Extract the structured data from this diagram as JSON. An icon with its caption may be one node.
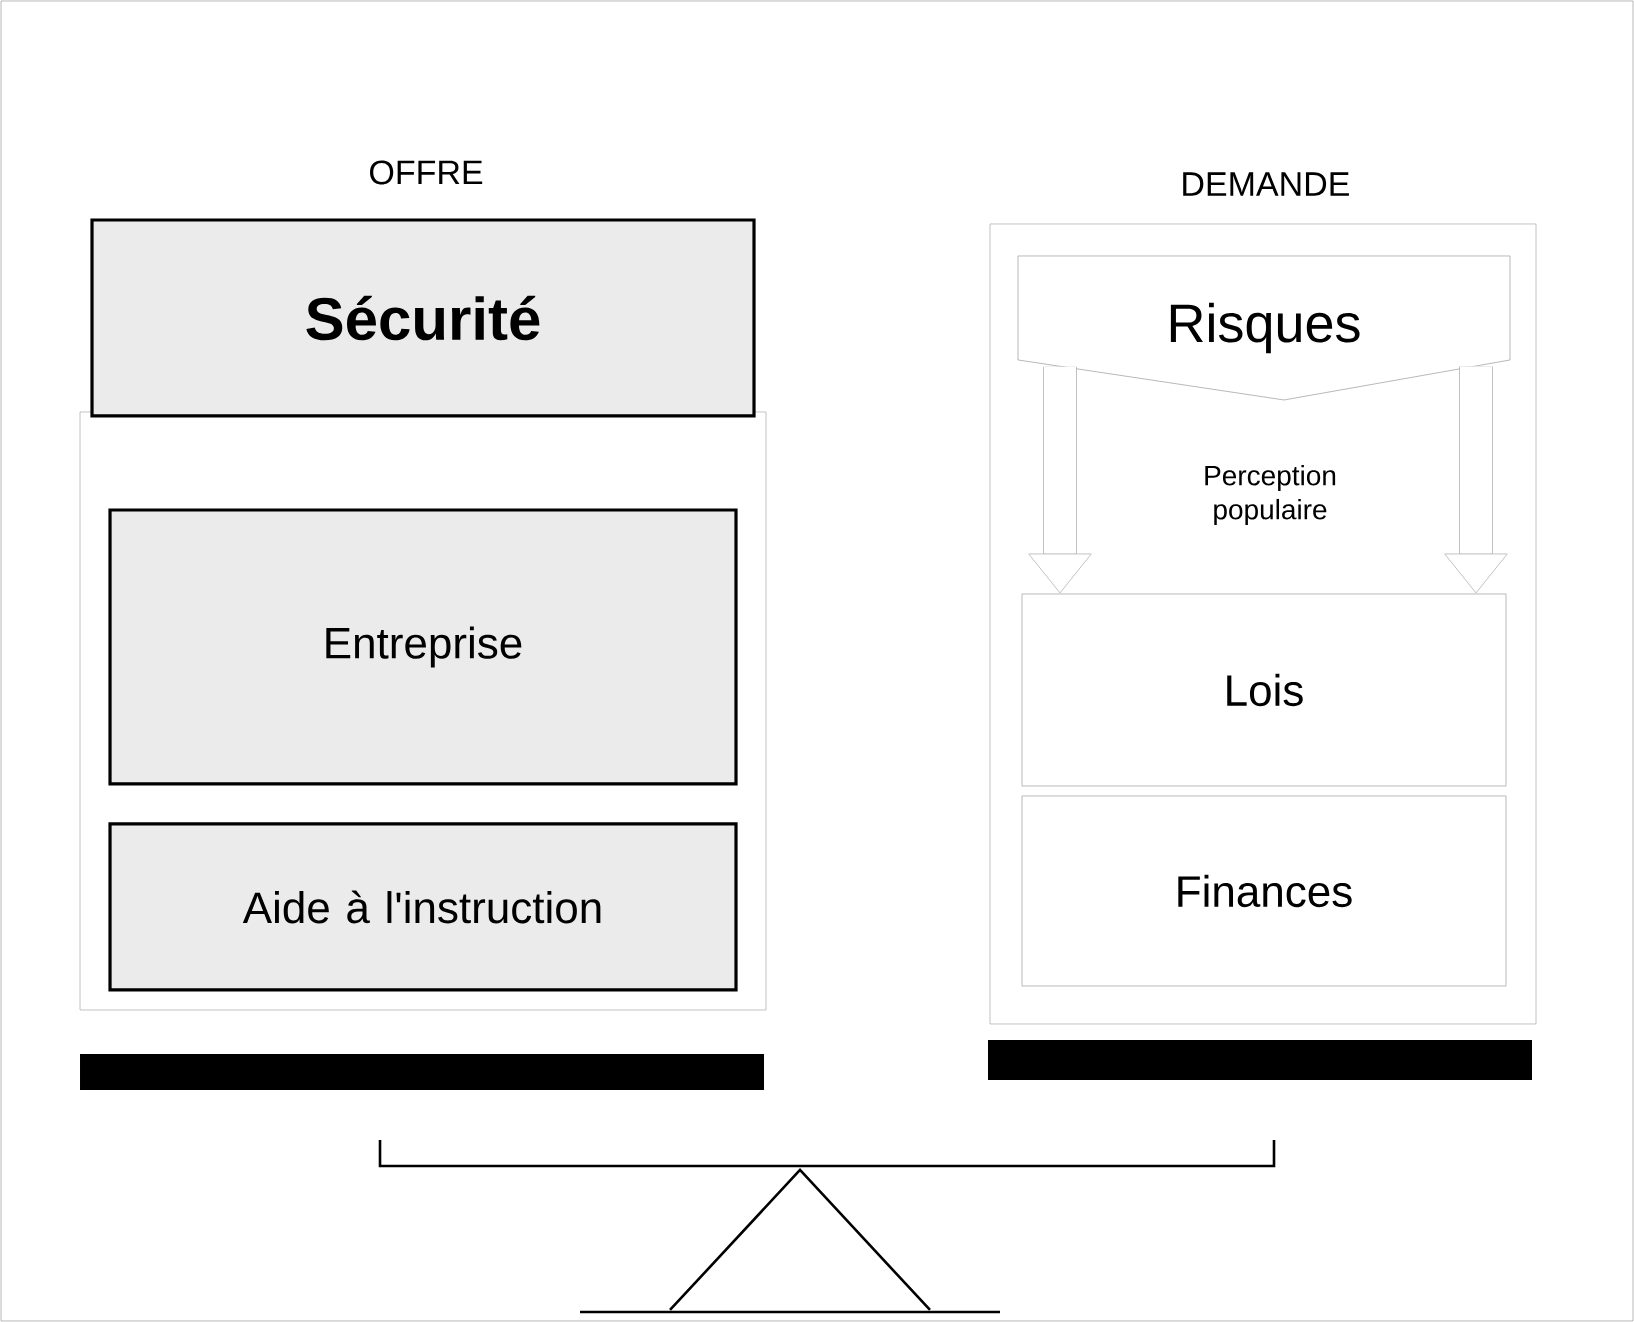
{
  "diagram": {
    "nodes": [
      {
        "text": [],
        "shape": "box"
      },
      {
        "text": [
          "Sécurité"
        ]
      },
      {
        "text": [
          "Entreprise"
        ],
        "in": 0
      },
      {
        "text": [
          "Aide à l'instruction"
        ],
        "in": 0
      },
      {
        "text": [],
        "shape": "box"
      },
      {
        "text": [
          "Risques"
        ],
        "in": 4
      },
      {
        "text": [
          "Perception populaire"
        ],
        "in": 4
      },
      {
        "text": [
          "Lois"
        ],
        "in": 4
      },
      {
        "text": [
          "Finances"
        ],
        "in": 4
      }
    ],
    "edges": [
      {
        "from": 5,
        "to": 7,
        "arrow": "to"
      },
      {
        "from": 5,
        "to": 7,
        "arrow": "to"
      }
    ],
    "labels": [
      "OFFRE",
      "DEMANDE"
    ]
  }
}
